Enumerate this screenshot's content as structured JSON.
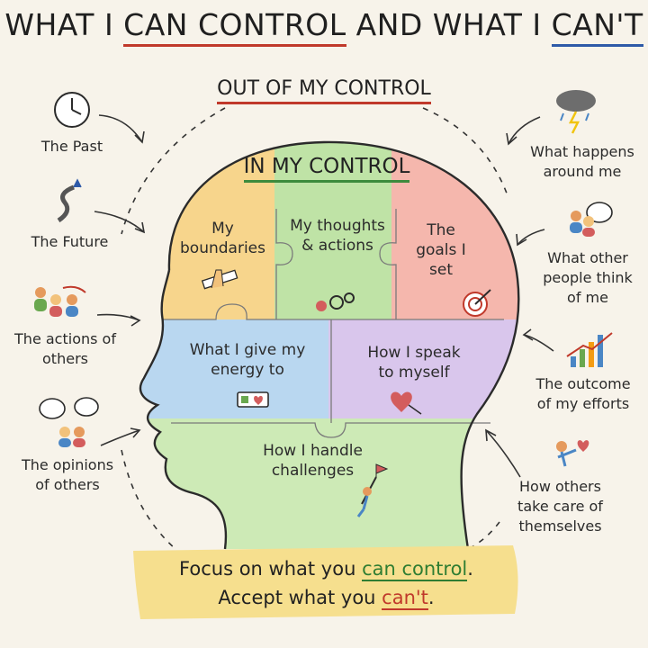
{
  "title": {
    "part1": "WHAT I ",
    "part2": "CAN CONTROL",
    "part3": " AND WHAT I ",
    "part4": "CAN'T"
  },
  "out_of_control_heading": "OUT OF MY CONTROL",
  "in_control_heading": "IN MY CONTROL",
  "in_control_items": {
    "boundaries": "My boundaries",
    "thoughts": "My thoughts & actions",
    "goals": "The goals I set",
    "energy": "What I give my energy to",
    "self_talk": "How I speak to myself",
    "challenges": "How I handle challenges"
  },
  "out_of_control_items": {
    "past": "The Past",
    "future": "The Future",
    "actions_of_others": "The actions of others",
    "opinions_of_others": "The opinions of others",
    "happens_around": "What happens around me",
    "other_people_think": "What other people think of me",
    "outcome": "The outcome of my efforts",
    "others_care": "How others take care of themselves"
  },
  "banner": {
    "line1_prefix": "Focus on what you ",
    "line1_highlight": "can control",
    "line1_suffix": ".",
    "line2_prefix": "Accept what you ",
    "line2_highlight": "can't",
    "line2_suffix": "."
  },
  "colors": {
    "orange_piece": "#f7d58c",
    "green_piece": "#bfe3a6",
    "red_piece": "#f5b7ad",
    "blue_piece": "#b9d7f0",
    "purple_piece": "#d9c6ec",
    "lightgreen_piece": "#cdeab6",
    "banner": "#f6df8e"
  },
  "icons": [
    "clock-icon",
    "path-arrow-icon",
    "people-icon",
    "speech-bubbles-icon",
    "storm-cloud-icon",
    "thought-bubble-people-icon",
    "bar-chart-icon",
    "heart-person-icon",
    "stop-hand-icon",
    "gears-icon",
    "target-icon",
    "battery-heart-icon",
    "heart-balloon-icon",
    "climber-flag-icon"
  ]
}
